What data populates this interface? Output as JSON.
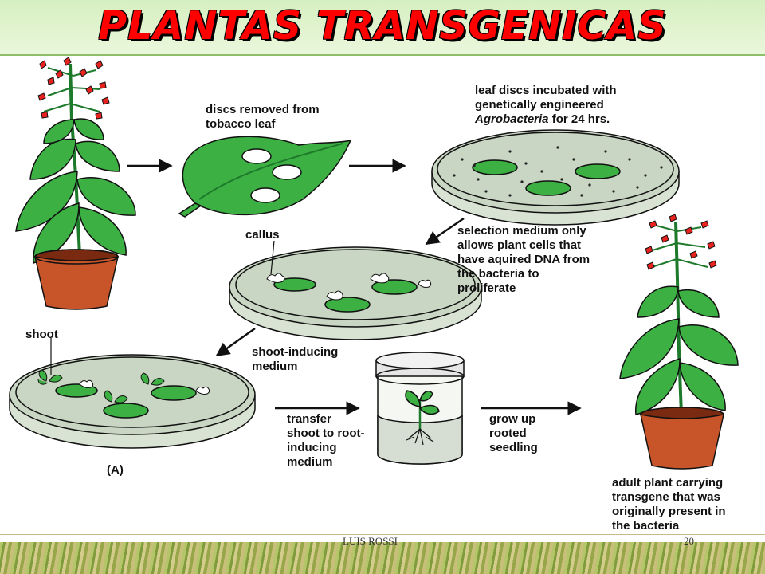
{
  "slide": {
    "title": "PLANTAS TRANSGENICAS",
    "author": "LUIS ROSSI",
    "page_number": "20"
  },
  "diagram": {
    "step1": [
      "discs removed from",
      "tobacco leaf"
    ],
    "step2_line1": "leaf discs incubated with",
    "step2_line2": "genetically engineered",
    "step2_italic": "Agrobacteria",
    "step2_rest": " for 24 hrs.",
    "callus": "callus",
    "step3": [
      "selection medium only",
      "allows plant cells that",
      "have aquired DNA from",
      "the bacteria to",
      "proliferate"
    ],
    "shoot": "shoot",
    "step4": [
      "shoot-inducing",
      "medium"
    ],
    "step5": [
      "transfer",
      "shoot to root-",
      "inducing",
      "medium"
    ],
    "step6": [
      "grow up",
      "rooted",
      "seedling"
    ],
    "panel_label": "(A)",
    "final": [
      "adult plant carrying",
      "transgene that was",
      "originally present in",
      "the bacteria"
    ]
  },
  "colors": {
    "title": "#ff0000",
    "leaf_green": "#3cb043",
    "flower_red": "#e8221f",
    "pot": "#c8542a",
    "agar": "#c9d6c3"
  }
}
